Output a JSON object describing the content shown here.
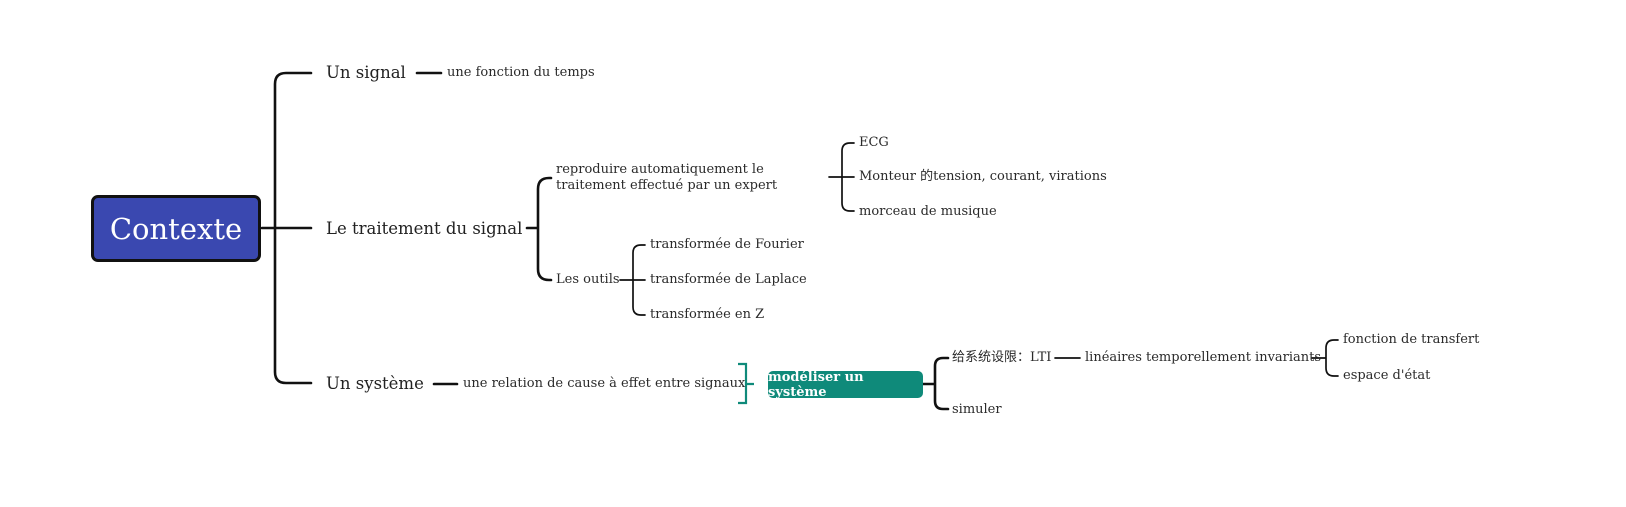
{
  "colors": {
    "root_fill": "#3a48b0",
    "accent": "#0f8a7a",
    "line": "#111111"
  },
  "mindmap": {
    "root": "Contexte",
    "signal": {
      "label": "Un signal",
      "detail": "une fonction du temps"
    },
    "traitement": {
      "label": "Le traitement du signal",
      "reproduire": {
        "label": "reproduire automatiquement le traitement effectué par un expert",
        "items": [
          "ECG",
          "Monteur 的tension, courant, virations",
          "morceau de musique"
        ]
      },
      "outils": {
        "label": "Les outils",
        "items": [
          "transformée de Fourier",
          "transformée de Laplace",
          "transformée en Z"
        ]
      }
    },
    "systeme": {
      "label": "Un système",
      "detail": "une relation de cause à effet entre signaux",
      "modeliser": {
        "label": "modéliser un système",
        "restriction": "给系统设限：LTI",
        "lti": "linéaires temporellement invariants",
        "lti_items": [
          "fonction de transfert",
          "espace d'état"
        ],
        "simuler": "simuler"
      }
    }
  }
}
